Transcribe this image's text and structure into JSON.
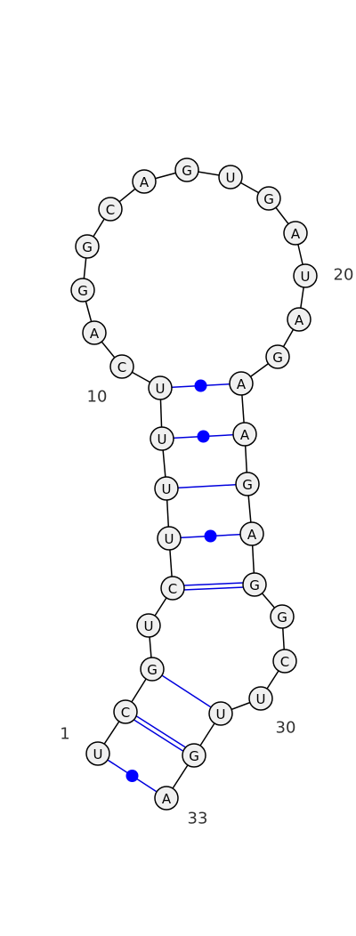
{
  "sequence": [
    "U",
    "C",
    "G",
    "U",
    "C",
    "U",
    "U",
    "U",
    "U",
    "C",
    "A",
    "G",
    "G",
    "C",
    "A",
    "G",
    "U",
    "G",
    "A",
    "U",
    "A",
    "G",
    "A",
    "A",
    "G",
    "A",
    "G",
    "G",
    "C",
    "U",
    "U",
    "G",
    "A"
  ],
  "pairs": [
    {
      "i": 1,
      "j": 33,
      "type": "GU"
    },
    {
      "i": 2,
      "j": 32,
      "type": "WC"
    },
    {
      "i": 3,
      "j": 31,
      "type": "single"
    },
    {
      "i": 5,
      "j": 27,
      "type": "WC"
    },
    {
      "i": 6,
      "j": 26,
      "type": "GU"
    },
    {
      "i": 7,
      "j": 25,
      "type": "single"
    },
    {
      "i": 8,
      "j": 24,
      "type": "GU"
    },
    {
      "i": 9,
      "j": 23,
      "type": "GU"
    }
  ],
  "position_labels": [
    {
      "index": 1,
      "text": "1"
    },
    {
      "index": 9,
      "text": "10"
    },
    {
      "index": 20,
      "text": "20"
    },
    {
      "index": 31,
      "text": "30"
    },
    {
      "index": 33,
      "text": "33"
    }
  ],
  "colors": {
    "pair_line": "#0000dd",
    "pair_dot": "#0000ff",
    "nucleotide_fill": "#f0f0f0",
    "backbone": "#000000",
    "position_text": "#333333"
  }
}
